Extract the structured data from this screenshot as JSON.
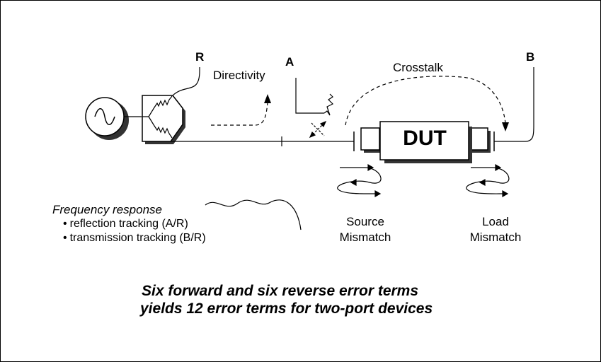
{
  "ports": {
    "r": "R",
    "a": "A",
    "b": "B"
  },
  "labels": {
    "directivity": "Directivity",
    "crosstalk": "Crosstalk",
    "dut": "DUT",
    "frequency_response": "Frequency response",
    "reflection_tracking": "reflection tracking (A/R)",
    "transmission_tracking": "transmission tracking (B/R)",
    "source_mismatch": [
      "Source",
      "Mismatch"
    ],
    "load_mismatch": [
      "Load",
      "Mismatch"
    ]
  },
  "caption": {
    "line1": "Six forward and six reverse error terms",
    "line2": "yields 12 error terms for two-port devices"
  }
}
